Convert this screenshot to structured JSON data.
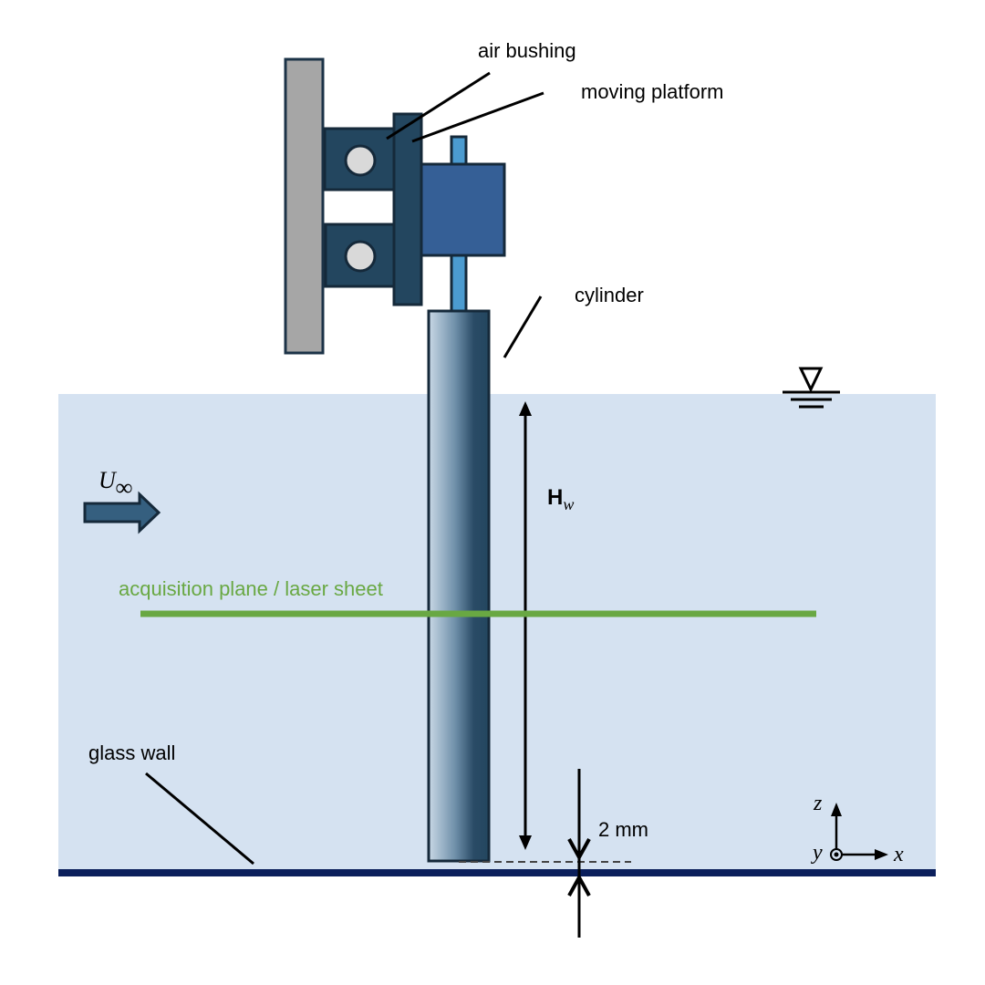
{
  "labels": {
    "air_bushing": "air bushing",
    "moving_platform": "moving platform",
    "cylinder": "cylinder",
    "glass_wall": "glass wall",
    "acquisition_plane": "acquisition plane / laser sheet",
    "gap": "2 mm",
    "water_height_main": "H",
    "water_height_sub": "w",
    "freestream_main": "U",
    "freestream_sub": "∞",
    "axis_z": "z",
    "axis_y": "y",
    "axis_x": "x"
  },
  "colors": {
    "water": "#d5e2f1",
    "wall": "#0b1f5c",
    "dark_blue": "#23465f",
    "platform_blue": "#355f96",
    "rod_blue": "#4b9bd0",
    "rail_gray": "#a6a6a6",
    "bearing_gray": "#d9d9d9",
    "laser_green": "#69a843"
  }
}
